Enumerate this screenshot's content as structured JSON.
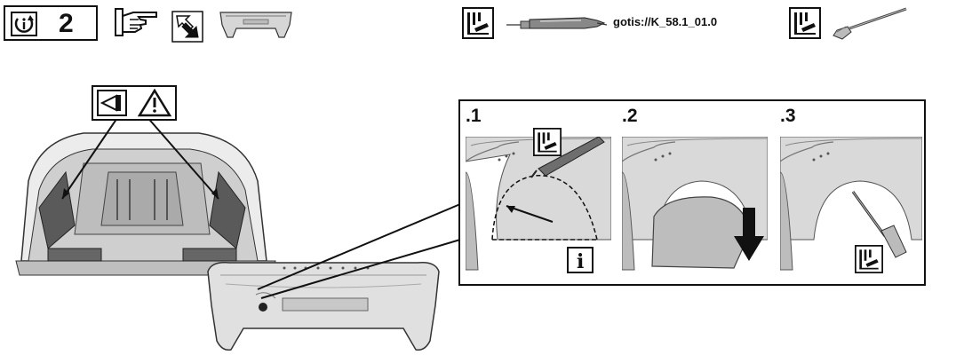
{
  "header": {
    "step_number": "2",
    "document_code": "gotis://K_58.1_01.0"
  },
  "detail": {
    "panels": [
      {
        "label": ".1"
      },
      {
        "label": ".2"
      },
      {
        "label": ".3"
      }
    ],
    "info_marker": "i"
  },
  "colors": {
    "line": "#111111",
    "part_fill": "#d6d6d6",
    "arrow": "#111111"
  }
}
